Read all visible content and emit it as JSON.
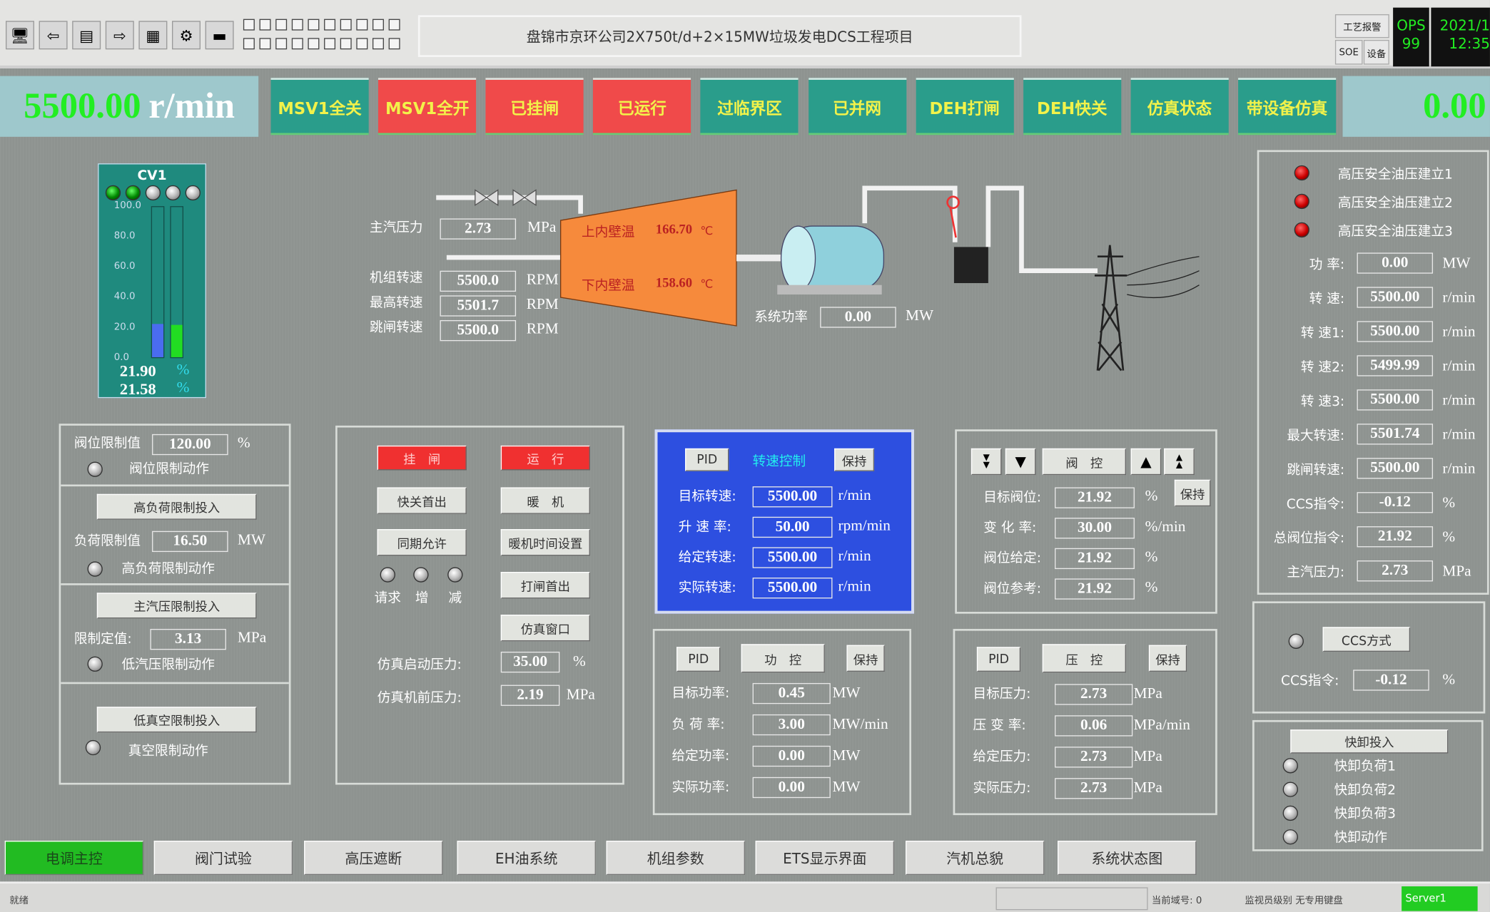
{
  "header": {
    "title": "盘锦市京环公司2X750t/d+2×15MW垃圾发电DCS工程项目",
    "alarm_btn": "工艺报警",
    "soe_btn": "SOE",
    "device_btn": "设备",
    "ops": "OPS",
    "ops_num": "99",
    "date": "2021/1",
    "time": "12:35"
  },
  "toolbar": {
    "icons": [
      "monitor-icon",
      "back-icon",
      "page-icon",
      "forward-icon",
      "network-icon",
      "settings-icon",
      "note-icon"
    ]
  },
  "status": {
    "speed_value": "5500.00",
    "speed_unit": "r/min",
    "right_value": "0.00",
    "buttons": [
      {
        "label": "MSV1全关",
        "state": "teal"
      },
      {
        "label": "MSV1全开",
        "state": "red"
      },
      {
        "label": "已挂闸",
        "state": "red"
      },
      {
        "label": "已运行",
        "state": "red"
      },
      {
        "label": "过临界区",
        "state": "teal"
      },
      {
        "label": "已并网",
        "state": "teal"
      },
      {
        "label": "DEH打闸",
        "state": "teal"
      },
      {
        "label": "DEH快关",
        "state": "teal"
      },
      {
        "label": "仿真状态",
        "state": "teal"
      },
      {
        "label": "带设备仿真",
        "state": "teal"
      }
    ]
  },
  "cv1": {
    "title": "CV1",
    "ticks": [
      "100.0",
      "80.0",
      "60.0",
      "40.0",
      "20.0",
      "0.0"
    ],
    "bar1_percent": 21.9,
    "bar2_percent": 21.58,
    "value1": "21.90",
    "value2": "21.58",
    "unit": "%"
  },
  "diagram": {
    "main_pressure_label": "主汽压力",
    "main_pressure": "2.73",
    "mpa": "MPa",
    "unit_speed_label": "机组转速",
    "unit_speed": "5500.0",
    "max_speed_label": "最高转速",
    "max_speed": "5501.7",
    "trip_speed_label": "跳闸转速",
    "trip_speed": "5500.0",
    "rpm": "RPM",
    "upper_wall_label": "上内壁温",
    "upper_wall": "166.70",
    "lower_wall_label": "下内壁温",
    "lower_wall": "158.60",
    "celsius": "℃",
    "sys_power_label": "系统功率",
    "sys_power": "0.00",
    "mw": "MW"
  },
  "left_panel": {
    "valve_limit_label": "阀位限制值",
    "valve_limit": "120.00",
    "pct": "%",
    "valve_limit_action": "阀位限制动作",
    "high_load_btn": "高负荷限制投入",
    "load_limit_label": "负荷限制值",
    "load_limit": "16.50",
    "mw": "MW",
    "high_load_action": "高负荷限制动作",
    "main_steam_btn": "主汽压限制投入",
    "limit_set_label": "限制定值:",
    "limit_set": "3.13",
    "mpa": "MPa",
    "low_steam_action": "低汽压限制动作",
    "low_vacuum_btn": "低真空限制投入",
    "vacuum_action": "真空限制动作"
  },
  "mid_panel": {
    "latch": "挂　闸",
    "run": "运　行",
    "fast_close": "快关首出",
    "warm": "暖　机",
    "sync": "同期允许",
    "warm_time": "暖机时间设置",
    "trip_first": "打闸首出",
    "request": "请求",
    "inc": "增",
    "dec": "减",
    "sim_window": "仿真窗口",
    "sim_start_pressure_label": "仿真启动压力:",
    "sim_start_pressure": "35.00",
    "pct": "%",
    "sim_front_pressure_label": "仿真机前压力:",
    "sim_front_pressure": "2.19",
    "mpa": "MPa"
  },
  "speed_ctrl": {
    "pid": "PID",
    "title": "转速控制",
    "hold": "保持",
    "rows": [
      {
        "label": "目标转速:",
        "value": "5500.00",
        "unit": "r/min"
      },
      {
        "label": "升 速 率:",
        "value": "50.00",
        "unit": "rpm/min"
      },
      {
        "label": "给定转速:",
        "value": "5500.00",
        "unit": "r/min"
      },
      {
        "label": "实际转速:",
        "value": "5500.00",
        "unit": "r/min"
      }
    ]
  },
  "valve_ctrl": {
    "title": "阀　控",
    "hold": "保持",
    "rows": [
      {
        "label": "目标阀位:",
        "value": "21.92",
        "unit": "%"
      },
      {
        "label": "变 化 率:",
        "value": "30.00",
        "unit": "%/min"
      },
      {
        "label": "阀位给定:",
        "value": "21.92",
        "unit": "%"
      },
      {
        "label": "阀位参考:",
        "value": "21.92",
        "unit": "%"
      }
    ]
  },
  "power_ctrl": {
    "pid": "PID",
    "title": "功　控",
    "hold": "保持",
    "rows": [
      {
        "label": "目标功率:",
        "value": "0.45",
        "unit": "MW"
      },
      {
        "label": "负 荷 率:",
        "value": "3.00",
        "unit": "MW/min"
      },
      {
        "label": "给定功率:",
        "value": "0.00",
        "unit": "MW"
      },
      {
        "label": "实际功率:",
        "value": "0.00",
        "unit": "MW"
      }
    ]
  },
  "pressure_ctrl": {
    "pid": "PID",
    "title": "压　控",
    "hold": "保持",
    "rows": [
      {
        "label": "目标压力:",
        "value": "2.73",
        "unit": "MPa"
      },
      {
        "label": "压 变 率:",
        "value": "0.06",
        "unit": "MPa/min"
      },
      {
        "label": "给定压力:",
        "value": "2.73",
        "unit": "MPa"
      },
      {
        "label": "实际压力:",
        "value": "2.73",
        "unit": "MPa"
      }
    ]
  },
  "right_panel": {
    "oil": [
      "高压安全油压建立1",
      "高压安全油压建立2",
      "高压安全油压建立3"
    ],
    "rows": [
      {
        "label": "功 率:",
        "value": "0.00",
        "unit": "MW"
      },
      {
        "label": "转 速:",
        "value": "5500.00",
        "unit": "r/min"
      },
      {
        "label": "转 速1:",
        "value": "5500.00",
        "unit": "r/min"
      },
      {
        "label": "转 速2:",
        "value": "5499.99",
        "unit": "r/min"
      },
      {
        "label": "转 速3:",
        "value": "5500.00",
        "unit": "r/min"
      },
      {
        "label": "最大转速:",
        "value": "5501.74",
        "unit": "r/min"
      },
      {
        "label": "跳闸转速:",
        "value": "5500.00",
        "unit": "r/min"
      },
      {
        "label": "CCS指令:",
        "value": "-0.12",
        "unit": "%"
      },
      {
        "label": "总阀位指令:",
        "value": "21.92",
        "unit": "%"
      },
      {
        "label": "主汽压力:",
        "value": "2.73",
        "unit": "MPa"
      }
    ]
  },
  "ccs": {
    "mode_btn": "CCS方式",
    "cmd_label": "CCS指令:",
    "cmd": "-0.12",
    "unit": "%"
  },
  "quick": {
    "btn": "快卸投入",
    "items": [
      "快卸负荷1",
      "快卸负荷2",
      "快卸负荷3",
      "快卸动作"
    ]
  },
  "nav": [
    "电调主控",
    "阀门试验",
    "高压遮断",
    "EH油系统",
    "机组参数",
    "ETS显示界面",
    "汽机总貌",
    "系统状态图"
  ],
  "statusbar": {
    "ready": "就绪",
    "domain": "当前域号: 0",
    "level": "监视员级别 无专用键盘",
    "server": "Server1"
  }
}
